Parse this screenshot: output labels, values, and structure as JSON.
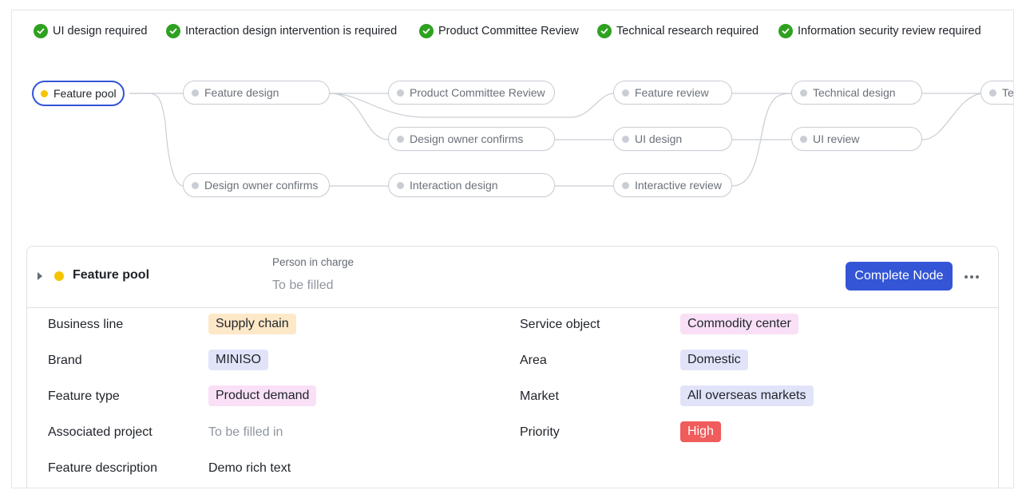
{
  "requirements": [
    {
      "label": "UI design required",
      "checked": true
    },
    {
      "label": "Interaction design intervention is required",
      "checked": true
    },
    {
      "label": "Product Committee Review",
      "checked": true
    },
    {
      "label": "Technical research required",
      "checked": true
    },
    {
      "label": "Information security review required",
      "checked": true
    }
  ],
  "flow": {
    "nodes": {
      "feature_pool": "Feature pool",
      "feature_design": "Feature design",
      "design_owner_confirms_1": "Design owner confirms",
      "product_committee_review": "Product Committee Review",
      "design_owner_confirms_2": "Design owner confirms",
      "interaction_design": "Interaction design",
      "feature_review": "Feature review",
      "ui_design": "UI design",
      "interactive_review": "Interactive review",
      "technical_design": "Technical design",
      "ui_review": "UI review",
      "te_truncated": "Te"
    },
    "active_node": "feature_pool"
  },
  "detail": {
    "node_title": "Feature pool",
    "person_in_charge_label": "Person in charge",
    "person_in_charge_value": "To be filled",
    "complete_button": "Complete Node",
    "fields": {
      "business_line": {
        "label": "Business line",
        "value": "Supply chain"
      },
      "brand": {
        "label": "Brand",
        "value": "MINISO"
      },
      "feature_type": {
        "label": "Feature type",
        "value": "Product demand"
      },
      "associated_project": {
        "label": "Associated project",
        "value": "To be filled in"
      },
      "feature_description": {
        "label": "Feature description",
        "value": "Demo rich text"
      },
      "service_object": {
        "label": "Service object",
        "value": "Commodity center"
      },
      "area": {
        "label": "Area",
        "value": "Domestic"
      },
      "market": {
        "label": "Market",
        "value": "All overseas markets"
      },
      "priority": {
        "label": "Priority",
        "value": "High"
      }
    }
  },
  "colors": {
    "accent": "#3355d6",
    "check_green": "#2ea121",
    "active_dot": "#f5c400",
    "tag_orange": "#fde8c8",
    "tag_purple": "#e1e4f8",
    "tag_pink": "#f9e0f6",
    "tag_red": "#f05b5b"
  }
}
